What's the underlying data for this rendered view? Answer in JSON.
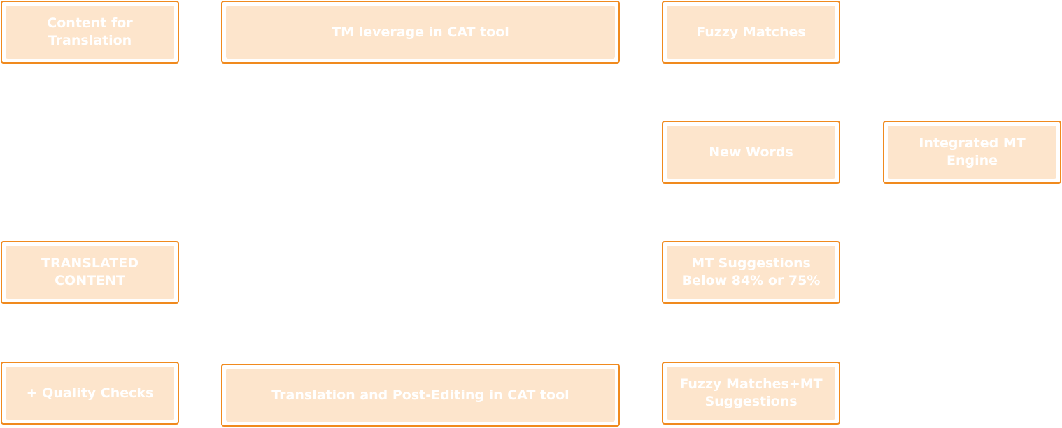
{
  "diagram": {
    "nodes": {
      "content_for_translation": "Content for\nTranslation",
      "tm_leverage": "TM leverage in CAT tool",
      "fuzzy_matches": "Fuzzy Matches",
      "new_words": "New Words",
      "integrated_mt_engine": "Integrated MT\nEngine",
      "translated_content": "TRANSLATED\nCONTENT",
      "mt_suggestions": "MT Suggestions\nBelow 84% or 75%",
      "quality_checks": "+ Quality Checks",
      "translation_post_editing": "Translation and Post-Editing in CAT tool",
      "fuzzy_matches_mt": "Fuzzy Matches+MT\nSuggestions"
    },
    "colors": {
      "border": "#f08a1e",
      "fill": "#fde5cc",
      "text": "#ffffff"
    }
  }
}
